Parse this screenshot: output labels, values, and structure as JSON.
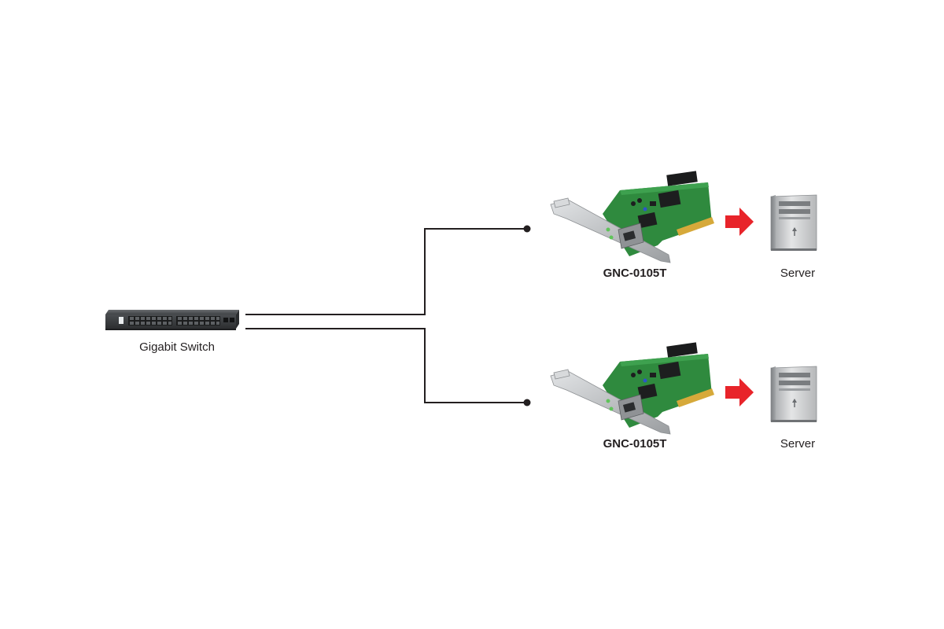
{
  "diagram": {
    "switch": {
      "label": "Gigabit Switch",
      "icon": "network-switch-icon"
    },
    "nics": [
      {
        "label": "GNC-0105T",
        "icon": "pci-network-card-icon"
      },
      {
        "label": "GNC-0105T",
        "icon": "pci-network-card-icon"
      }
    ],
    "servers": [
      {
        "label": "Server",
        "icon": "server-tower-icon"
      },
      {
        "label": "Server",
        "icon": "server-tower-icon"
      }
    ],
    "colors": {
      "line": "#231f20",
      "arrow": "#e8242a",
      "pcb": "#2f8a3e",
      "bracket": "#b9bcbf",
      "gold": "#d6a93a",
      "server_body": "#c9cbcd"
    }
  }
}
